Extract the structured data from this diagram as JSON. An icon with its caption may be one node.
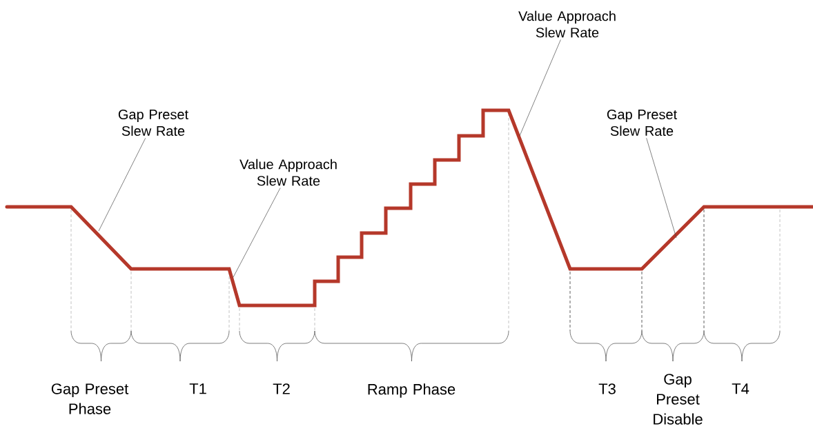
{
  "diagram": {
    "nodes": [
      {
        "text": [
          "Gap Preset Slew Rate"
        ]
      },
      {
        "text": [
          "Value Approach Slew Rate"
        ]
      },
      {
        "text": [
          "Value Approach Slew Rate"
        ]
      },
      {
        "text": [
          "Gap Preset Slew Rate"
        ]
      }
    ],
    "edges": [
      {
        "from": 0,
        "to": null,
        "arrow": "none"
      },
      {
        "from": 1,
        "to": null,
        "arrow": "none"
      },
      {
        "from": 2,
        "to": null,
        "arrow": "none"
      },
      {
        "from": 3,
        "to": null,
        "arrow": "none"
      }
    ],
    "labels": [
      "Gap Preset Phase",
      "T1",
      "T2",
      "Ramp Phase",
      "T3",
      "Gap Preset Disable",
      "T4"
    ]
  }
}
